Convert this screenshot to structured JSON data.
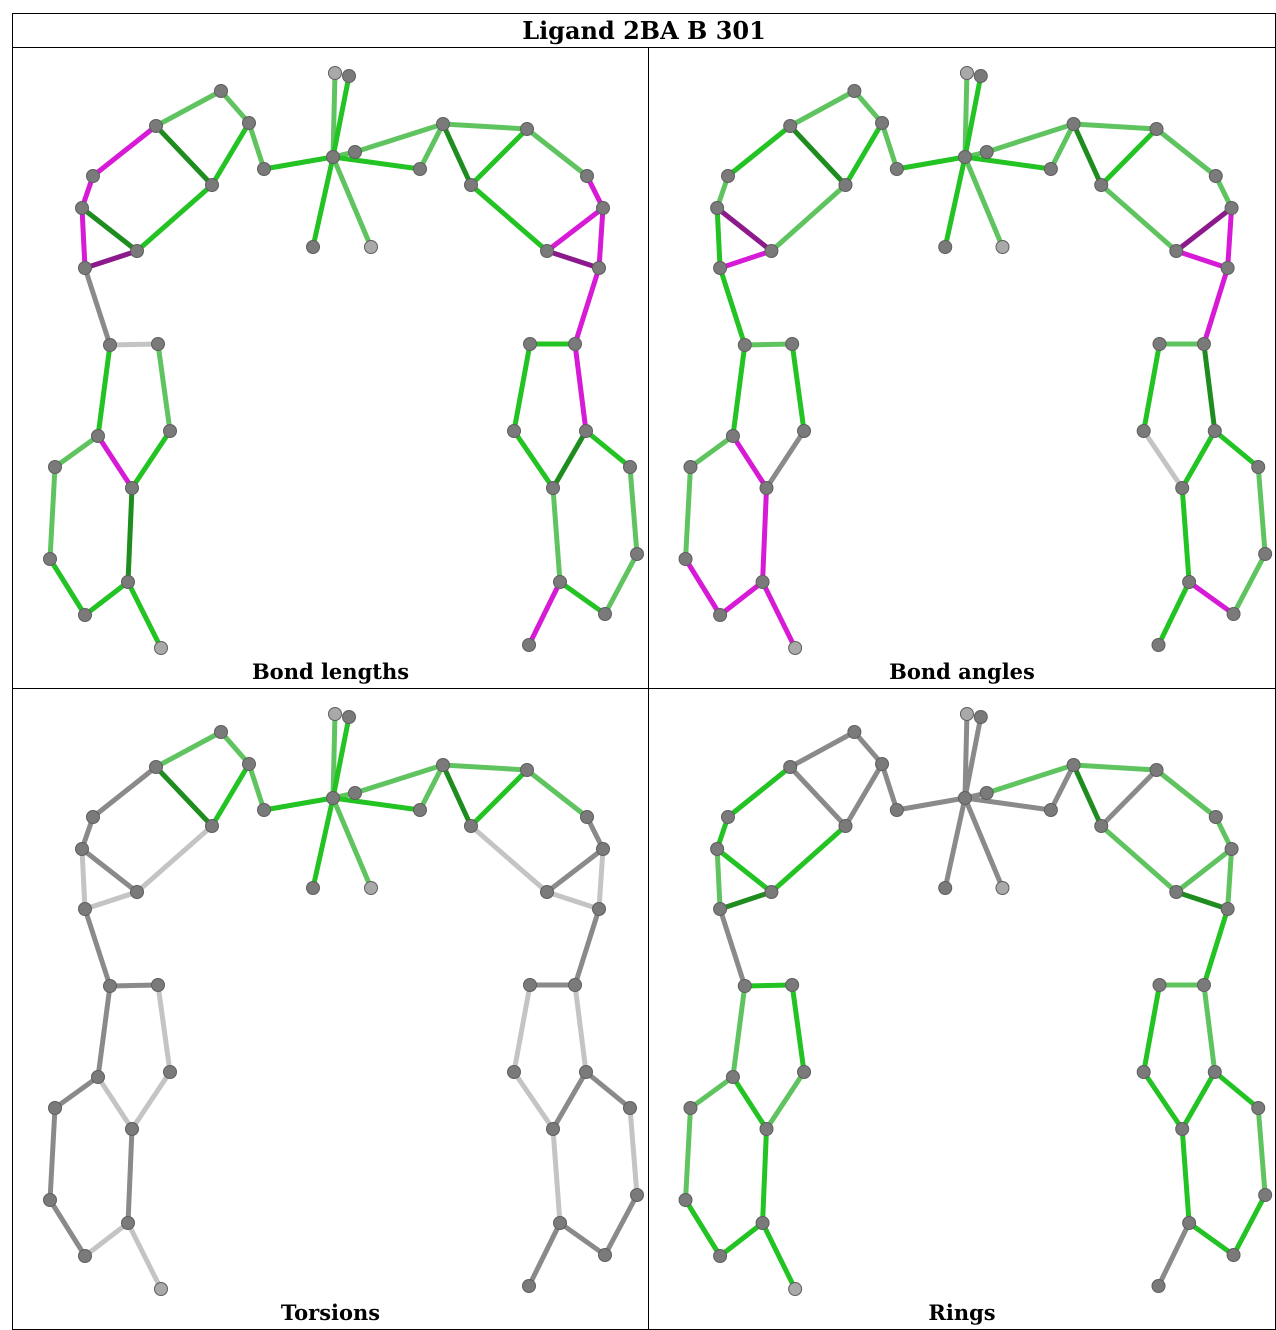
{
  "title": "Ligand 2BA B 301",
  "panels": [
    {
      "caption": "Bond lengths",
      "scheme": "lengths"
    },
    {
      "caption": "Bond angles",
      "scheme": "angles"
    },
    {
      "caption": "Torsions",
      "scheme": "torsions"
    },
    {
      "caption": "Rings",
      "scheme": "rings"
    }
  ],
  "colors": {
    "green": "#22c322",
    "light_green": "#5fc45f",
    "dark_green": "#1e8c1e",
    "magenta": "#d61ad6",
    "dark_magenta": "#8c1a8c",
    "gray": "#8a8a8a",
    "light_gray": "#c4c4c4",
    "atom": "#7a7a7a"
  }
}
